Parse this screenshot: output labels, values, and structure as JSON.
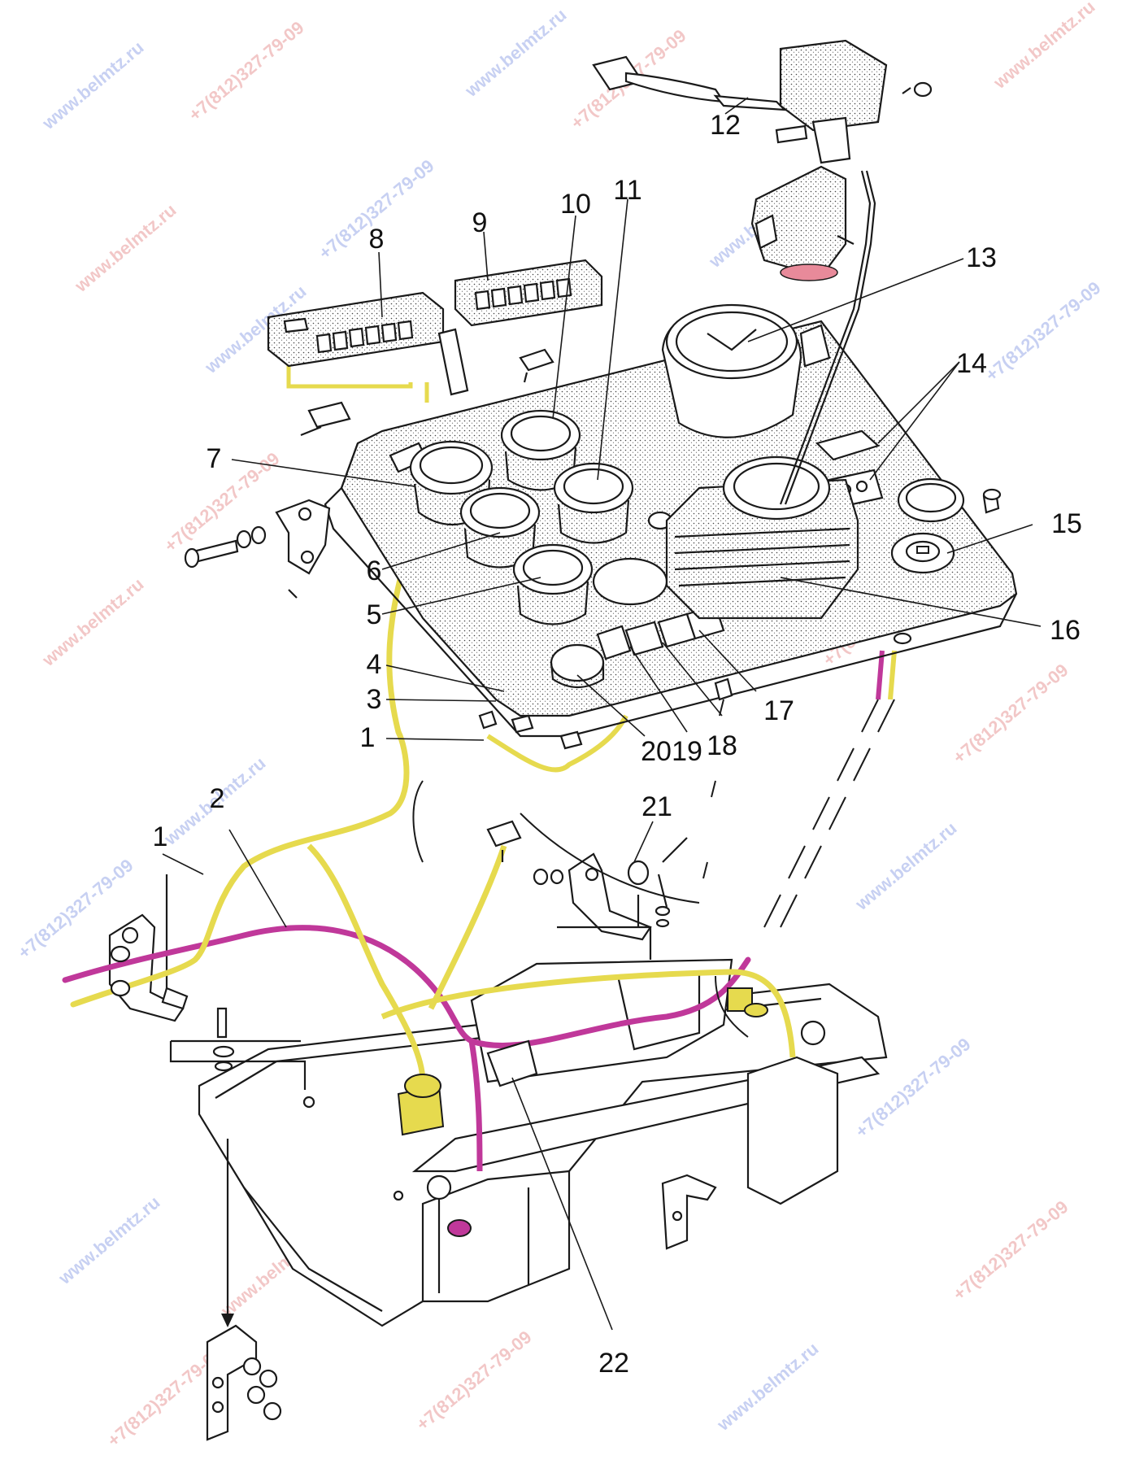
{
  "callouts": [
    "1",
    "2",
    "3",
    "4",
    "5",
    "6",
    "7",
    "8",
    "9",
    "10",
    "11",
    "12",
    "13",
    "14",
    "15",
    "16",
    "17",
    "18",
    "19",
    "20",
    "21",
    "22",
    "1"
  ],
  "watermarks": [
    "www.belmtz.ru",
    "+7(812)327-79-09"
  ],
  "colors": {
    "wire_yellow": "#e6da4e",
    "wire_magenta": "#c0389a",
    "wm_red": "#d23b3b",
    "wm_blue": "#3b5bd2",
    "wm_grey": "#9aa0a8"
  }
}
